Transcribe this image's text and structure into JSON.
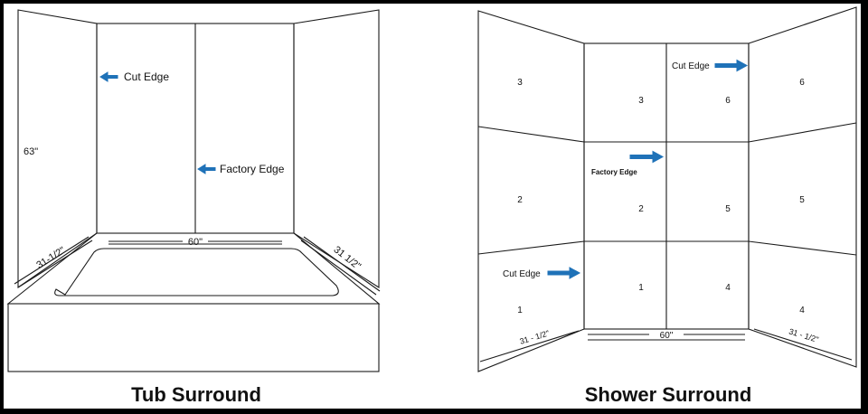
{
  "accent_color": "#1f72b8",
  "tub": {
    "title": "Tub Surround",
    "height_label": "63\"",
    "width_label": "60\"",
    "left_depth_label": "31-1/2\"",
    "right_depth_label": "31 1/2\"",
    "cut_edge_label": "Cut Edge",
    "factory_edge_label": "Factory Edge"
  },
  "shower": {
    "title": "Shower Surround",
    "width_label": "60\"",
    "left_depth_label": "31 - 1/2\"",
    "right_depth_label": "31 - 1/2\"",
    "cut_edge_top_label": "Cut Edge",
    "cut_edge_left_label": "Cut Edge",
    "factory_edge_label": "Factory Edge",
    "panel_numbers": {
      "left_top": "3",
      "left_mid": "2",
      "left_bot": "1",
      "back_left_top": "3",
      "back_left_mid": "2",
      "back_left_bot": "1",
      "back_right_top": "6",
      "back_right_mid": "5",
      "back_right_bot": "4",
      "right_top": "6",
      "right_mid": "5",
      "right_bot": "4"
    }
  }
}
